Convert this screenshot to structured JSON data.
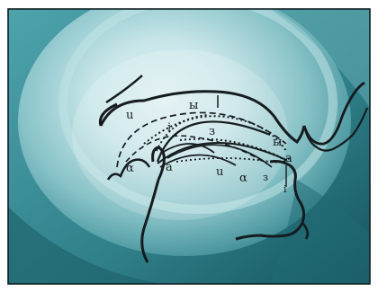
{
  "figure": {
    "labels": {
      "u_left": "u",
      "y_top": "ы",
      "i_mid": "i",
      "three_mid": "з",
      "y_right": "ы",
      "a_right": "a",
      "alpha_left": "α",
      "a_left": "a",
      "u_bottom": "u",
      "alpha_bottom": "α",
      "three_right": "з",
      "i_right": "i"
    }
  }
}
